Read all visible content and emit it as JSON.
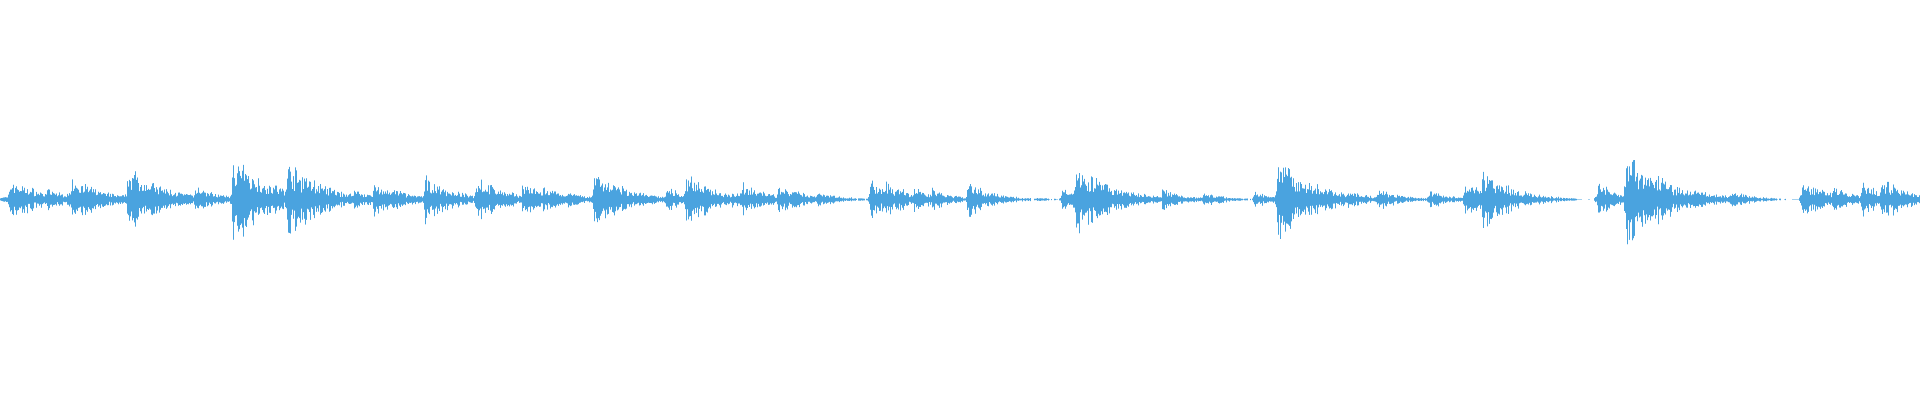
{
  "waveform": {
    "color": "#4aa3df",
    "background": "#ffffff",
    "peaks": [
      0.15,
      0.12,
      0.11,
      0.12,
      0.1,
      0.13,
      0.11,
      0.12,
      0.1,
      0.11,
      0.12,
      0.1,
      0.09,
      0.11,
      0.1,
      0.12,
      0.11,
      0.09,
      0.1,
      0.11,
      0.1,
      0.09,
      0.08,
      0.09,
      0.1,
      0.08,
      0.07,
      0.09,
      0.08,
      0.1,
      0.09,
      0.08,
      0.07,
      0.06,
      0.08,
      0.07,
      0.06,
      0.05,
      0.06,
      0.05,
      0.06,
      0.05,
      0.04,
      0.05,
      0.04,
      0.05,
      0.04,
      0.03,
      0.04,
      0.03,
      0.03,
      0.02,
      0.03,
      0.02,
      0.02,
      0.02,
      0.02,
      0.01,
      0.02,
      0.01,
      0.01,
      0.01,
      0.02,
      0.01,
      0.01,
      0.02,
      0.01,
      0.01,
      0.01,
      0.02,
      0.01,
      0.01,
      0.02,
      0.01,
      0.02,
      0.01,
      0.01,
      0.02,
      0.01,
      0.01,
      0.01,
      0.02,
      0.01,
      0.01,
      0.02,
      0.03,
      0.02,
      0.01,
      0.01,
      0.02,
      0.01,
      0.01,
      0.02,
      0.01,
      0.01,
      0.02,
      0.03,
      0.05,
      0.06,
      0.07,
      0.06,
      0.08,
      0.05,
      0.07,
      0.09,
      0.07,
      0.05,
      0.06,
      0.08,
      0.05,
      0.04,
      0.05,
      0.03,
      0.04,
      0.02,
      0.03,
      0.02,
      0.02,
      0.01,
      0.02,
      0.01,
      0.02,
      0.01,
      0.01,
      0.02,
      0.01,
      0.01,
      0.01,
      0.02,
      0.01,
      0.01,
      0.02,
      0.01,
      0.01,
      0.01,
      0.01,
      0.01,
      0.02,
      0.01,
      0.01,
      0.05,
      0.1,
      0.14,
      0.16,
      0.13,
      0.1,
      0.07,
      0.05,
      0.03,
      0.02,
      0.01,
      0.02,
      0.01,
      0.01,
      0.02,
      0.01,
      0.01,
      0.01,
      0.02,
      0.01,
      0.01,
      0.02,
      0.01,
      0.01,
      0.02,
      0.03,
      0.04,
      0.03,
      0.02,
      0.03,
      0.02,
      0.03,
      0.04,
      0.03,
      0.02,
      0.01,
      0.01,
      0.02,
      0.01,
      0.01,
      0.02,
      0.01,
      0.01,
      0.01,
      0.02,
      0.01,
      0.01,
      0.02,
      0.01,
      0.02,
      0.01,
      0.01,
      0.02,
      0.01,
      0.01,
      0.02,
      0.01,
      0.01,
      0.02,
      0.03
    ]
  },
  "spikes": [
    {
      "x": 0.2,
      "a": 0.7
    },
    {
      "x": 0.52,
      "a": 0.45
    },
    {
      "x": 0.84,
      "a": 0.25
    },
    {
      "x": 0.9,
      "a": 0.35
    },
    {
      "x": 1.15,
      "a": 0.25
    },
    {
      "x": 1.38,
      "a": 0.8
    },
    {
      "x": 1.93,
      "a": 0.25
    },
    {
      "x": 2.5,
      "a": 1.1
    },
    {
      "x": 3.3,
      "a": 0.35
    },
    {
      "x": 3.82,
      "a": 0.45
    },
    {
      "x": 4.55,
      "a": 1.4
    },
    {
      "x": 4.75,
      "a": 0.75
    },
    {
      "x": 4.85,
      "a": 0.3
    },
    {
      "x": 5.1,
      "a": 0.35
    },
    {
      "x": 5.6,
      "a": 1.2
    },
    {
      "x": 5.7,
      "a": 0.6
    },
    {
      "x": 5.9,
      "a": 0.9
    },
    {
      "x": 6.4,
      "a": 0.4
    },
    {
      "x": 6.9,
      "a": 0.35
    },
    {
      "x": 7.3,
      "a": 0.55
    },
    {
      "x": 7.7,
      "a": 0.35
    },
    {
      "x": 8.3,
      "a": 0.75
    },
    {
      "x": 8.7,
      "a": 0.3
    },
    {
      "x": 9.3,
      "a": 0.75
    },
    {
      "x": 10.2,
      "a": 0.55
    },
    {
      "x": 10.6,
      "a": 0.4
    },
    {
      "x": 11.0,
      "a": 0.3
    },
    {
      "x": 11.6,
      "a": 0.95
    },
    {
      "x": 11.75,
      "a": 0.45
    },
    {
      "x": 12.4,
      "a": 0.3
    },
    {
      "x": 13.0,
      "a": 0.4
    },
    {
      "x": 13.4,
      "a": 0.85
    },
    {
      "x": 13.7,
      "a": 0.4
    },
    {
      "x": 13.95,
      "a": 0.35
    },
    {
      "x": 14.3,
      "a": 0.3
    },
    {
      "x": 14.5,
      "a": 0.55
    },
    {
      "x": 14.7,
      "a": 0.35
    },
    {
      "x": 15.2,
      "a": 0.45
    },
    {
      "x": 15.5,
      "a": 0.3
    },
    {
      "x": 15.95,
      "a": 0.3
    },
    {
      "x": 17.0,
      "a": 0.6
    },
    {
      "x": 17.3,
      "a": 0.55
    },
    {
      "x": 17.5,
      "a": 0.4
    },
    {
      "x": 17.85,
      "a": 0.4
    },
    {
      "x": 18.2,
      "a": 0.35
    },
    {
      "x": 18.9,
      "a": 0.55
    },
    {
      "x": 20.75,
      "a": 0.4
    },
    {
      "x": 21.0,
      "a": 1.2
    },
    {
      "x": 21.1,
      "a": 0.55
    },
    {
      "x": 21.4,
      "a": 0.35
    },
    {
      "x": 21.9,
      "a": 0.3
    },
    {
      "x": 22.7,
      "a": 0.35
    },
    {
      "x": 23.5,
      "a": 0.25
    },
    {
      "x": 24.5,
      "a": 0.25
    },
    {
      "x": 24.95,
      "a": 1.3
    },
    {
      "x": 25.1,
      "a": 0.4
    },
    {
      "x": 25.4,
      "a": 0.35
    },
    {
      "x": 26.3,
      "a": 0.35
    },
    {
      "x": 26.9,
      "a": 0.35
    },
    {
      "x": 27.9,
      "a": 0.3
    },
    {
      "x": 28.6,
      "a": 0.55
    },
    {
      "x": 28.8,
      "a": 0.55
    },
    {
      "x": 28.95,
      "a": 0.95
    },
    {
      "x": 29.1,
      "a": 0.45
    },
    {
      "x": 29.65,
      "a": 0.3
    },
    {
      "x": 31.2,
      "a": 0.55
    },
    {
      "x": 31.75,
      "a": 1.6
    },
    {
      "x": 31.9,
      "a": 1.1
    },
    {
      "x": 32.1,
      "a": 0.55
    },
    {
      "x": 32.5,
      "a": 0.4
    },
    {
      "x": 33.1,
      "a": 0.35
    },
    {
      "x": 33.8,
      "a": 0.3
    },
    {
      "x": 35.2,
      "a": 0.55
    },
    {
      "x": 35.45,
      "a": 0.4
    },
    {
      "x": 35.8,
      "a": 0.45
    },
    {
      "x": 36.35,
      "a": 0.55
    },
    {
      "x": 36.75,
      "a": 0.7
    }
  ]
}
